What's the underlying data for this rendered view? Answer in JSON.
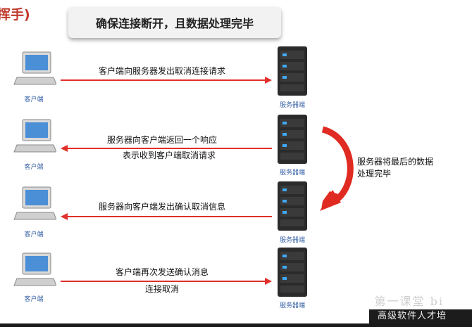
{
  "corner_title": "挥手)",
  "header_title": "确保连接断开，且数据处理完毕",
  "client_label": "客户端",
  "server_label": "服务器端",
  "steps": [
    {
      "lines": [
        "客户端向服务器发出取消连接请求"
      ],
      "direction": "client-to-server"
    },
    {
      "lines": [
        "服务器向客户端返回一个响应",
        "表示收到客户端取消请求"
      ],
      "direction": "server-to-client"
    },
    {
      "lines": [
        "服务器向客户端发出确认取消信息"
      ],
      "direction": "server-to-client"
    },
    {
      "lines": [
        "客户端再次发送确认消息",
        "连接取消"
      ],
      "direction": "client-to-server"
    }
  ],
  "side_note": [
    "服务器将最后的数据",
    "处理完毕"
  ],
  "banner_text": "高级软件人才培",
  "watermark_text": "第一课堂 bi",
  "colors": {
    "arrow": "#e0302a",
    "label": "#3a64a8",
    "title": "#c0392b"
  }
}
